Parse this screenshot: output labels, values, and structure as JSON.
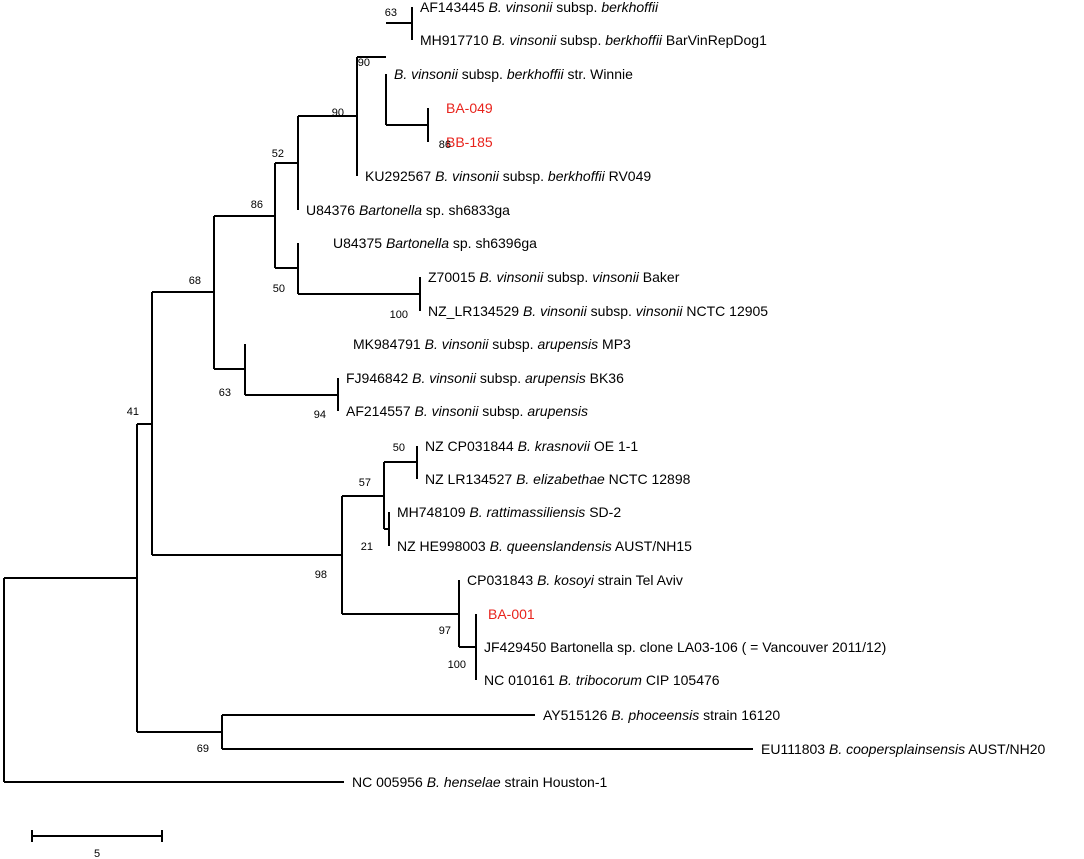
{
  "highlight_color": "#e8231c",
  "leaves": [
    {
      "id": "l1",
      "parts": [
        {
          "t": "AF143445 "
        },
        {
          "t": "B. vinsonii",
          "i": true
        },
        {
          "t": " subsp. "
        },
        {
          "t": "berkhoffii",
          "i": true
        }
      ]
    },
    {
      "id": "l2",
      "parts": [
        {
          "t": "MH917710 "
        },
        {
          "t": "B. vinsonii",
          "i": true
        },
        {
          "t": " subsp. "
        },
        {
          "t": "berkhoffii",
          "i": true
        },
        {
          "t": " BarVinRepDog1"
        }
      ]
    },
    {
      "id": "l3",
      "parts": [
        {
          "t": "B. vinsonii",
          "i": true
        },
        {
          "t": " subsp. "
        },
        {
          "t": "berkhoffii",
          "i": true
        },
        {
          "t": " str. Winnie"
        }
      ]
    },
    {
      "id": "l4",
      "highlight": true,
      "parts": [
        {
          "t": "BA-049"
        }
      ]
    },
    {
      "id": "l5",
      "highlight": true,
      "parts": [
        {
          "t": "BB-185"
        }
      ]
    },
    {
      "id": "l6",
      "parts": [
        {
          "t": "KU292567 "
        },
        {
          "t": "B. vinsonii",
          "i": true
        },
        {
          "t": " subsp. "
        },
        {
          "t": "berkhoffii",
          "i": true
        },
        {
          "t": " RV049"
        }
      ]
    },
    {
      "id": "l7",
      "parts": [
        {
          "t": "U84376 "
        },
        {
          "t": "Bartonella",
          "i": true
        },
        {
          "t": " sp. sh6833ga"
        }
      ]
    },
    {
      "id": "l8",
      "parts": [
        {
          "t": "U84375 "
        },
        {
          "t": "Bartonella",
          "i": true
        },
        {
          "t": " sp. sh6396ga"
        }
      ]
    },
    {
      "id": "l9",
      "parts": [
        {
          "t": "Z70015 "
        },
        {
          "t": "B. vinsonii",
          "i": true
        },
        {
          "t": " subsp. "
        },
        {
          "t": "vinsonii",
          "i": true
        },
        {
          "t": " Baker"
        }
      ]
    },
    {
      "id": "l10",
      "parts": [
        {
          "t": "NZ_LR134529 "
        },
        {
          "t": "B. vinsonii",
          "i": true
        },
        {
          "t": " subsp. "
        },
        {
          "t": "vinsonii",
          "i": true
        },
        {
          "t": " NCTC 12905"
        }
      ]
    },
    {
      "id": "l11",
      "parts": [
        {
          "t": "MK984791 "
        },
        {
          "t": "B. vinsonii",
          "i": true
        },
        {
          "t": " subsp. "
        },
        {
          "t": "arupensis",
          "i": true
        },
        {
          "t": " MP3"
        }
      ]
    },
    {
      "id": "l12",
      "parts": [
        {
          "t": "FJ946842 "
        },
        {
          "t": "B. vinsonii",
          "i": true
        },
        {
          "t": " subsp. "
        },
        {
          "t": "arupensis",
          "i": true
        },
        {
          "t": " BK36"
        }
      ]
    },
    {
      "id": "l13",
      "parts": [
        {
          "t": "AF214557 "
        },
        {
          "t": "B. vinsonii",
          "i": true
        },
        {
          "t": " subsp. "
        },
        {
          "t": "arupensis",
          "i": true
        }
      ]
    },
    {
      "id": "l14",
      "parts": [
        {
          "t": "NZ CP031844 "
        },
        {
          "t": "B. krasnovii",
          "i": true
        },
        {
          "t": " OE 1-1"
        }
      ]
    },
    {
      "id": "l15",
      "parts": [
        {
          "t": "NZ LR134527 "
        },
        {
          "t": "B. elizabethae",
          "i": true
        },
        {
          "t": " NCTC 12898"
        }
      ]
    },
    {
      "id": "l16",
      "parts": [
        {
          "t": "MH748109 "
        },
        {
          "t": "B. rattimassiliensis",
          "i": true
        },
        {
          "t": " SD-2"
        }
      ]
    },
    {
      "id": "l17",
      "parts": [
        {
          "t": "NZ HE998003 "
        },
        {
          "t": "B. queenslandensis",
          "i": true
        },
        {
          "t": " AUST/NH15"
        }
      ]
    },
    {
      "id": "l18",
      "parts": [
        {
          "t": "CP031843 "
        },
        {
          "t": "B. kosoyi",
          "i": true
        },
        {
          "t": " strain Tel Aviv"
        }
      ]
    },
    {
      "id": "l19",
      "highlight": true,
      "parts": [
        {
          "t": "BA-001"
        }
      ]
    },
    {
      "id": "l20",
      "parts": [
        {
          "t": "JF429450 Bartonella sp. clone LA03-106 ( = Vancouver 2011/12)"
        }
      ]
    },
    {
      "id": "l21",
      "parts": [
        {
          "t": "NC 010161 "
        },
        {
          "t": "B. tribocorum",
          "i": true
        },
        {
          "t": " CIP 105476"
        }
      ]
    },
    {
      "id": "l22",
      "parts": [
        {
          "t": "AY515126 "
        },
        {
          "t": "B. phoceensis",
          "i": true
        },
        {
          "t": " strain 16120"
        }
      ]
    },
    {
      "id": "l23",
      "parts": [
        {
          "t": "EU111803 "
        },
        {
          "t": "B. coopersplainsensis",
          "i": true
        },
        {
          "t": "  AUST/NH20"
        }
      ]
    },
    {
      "id": "l24",
      "parts": [
        {
          "t": "NC 005956 "
        },
        {
          "t": "B. henselae",
          "i": true
        },
        {
          "t": " strain Houston-1"
        }
      ]
    }
  ],
  "bootstrap_values": [
    "63",
    "90",
    "90",
    "86",
    "52",
    "86",
    "50",
    "100",
    "68",
    "63",
    "94",
    "41",
    "50",
    "57",
    "21",
    "98",
    "97",
    "100",
    "69"
  ],
  "scale_bar": {
    "label": "5"
  }
}
